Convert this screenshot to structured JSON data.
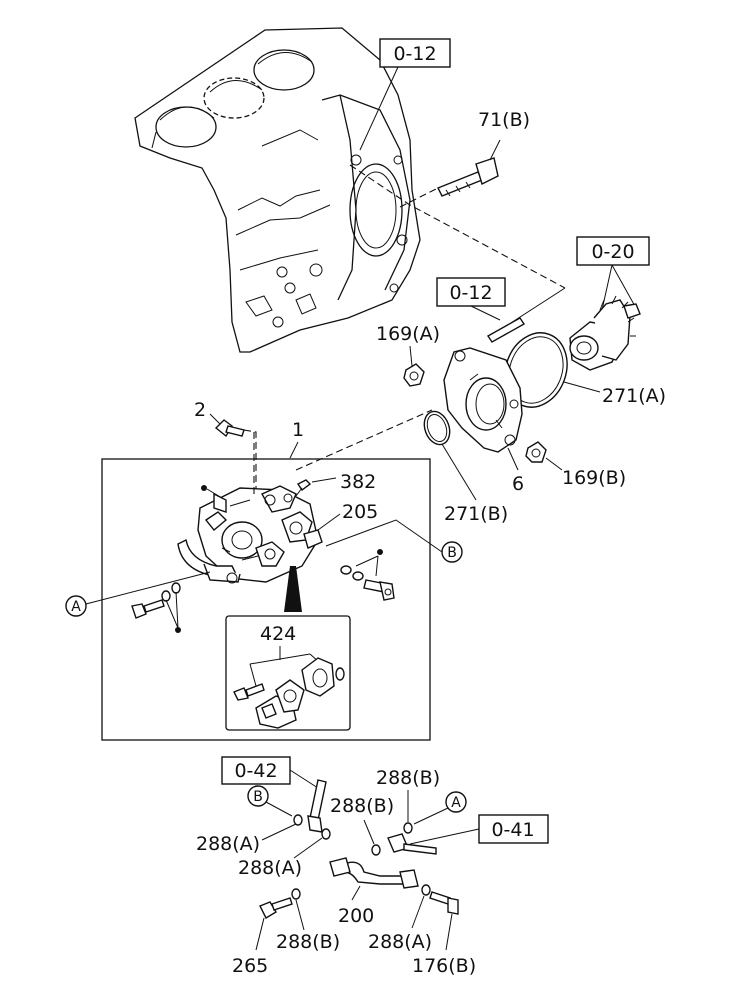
{
  "refs": {
    "r0_12_top": "0-12",
    "r0_12_mid": "0-12",
    "r0_20": "0-20",
    "r0_42": "0-42",
    "r0_41": "0-41"
  },
  "labels": {
    "p71b": "71(B)",
    "p169a": "169(A)",
    "p271a": "271(A)",
    "p169b": "169(B)",
    "p6": "6",
    "p271b": "271(B)",
    "p2": "2",
    "p1": "1",
    "p382": "382",
    "p205": "205",
    "p424": "424",
    "p288b_top": "288(B)",
    "p288b_mid": "288(B)",
    "p288a_left": "288(A)",
    "p288a_mid": "288(A)",
    "p200": "200",
    "p288b_bot": "288(B)",
    "p288a_bot": "288(A)",
    "p265": "265",
    "p176b": "176(B)"
  },
  "markers": {
    "A_left": "A",
    "B_right": "B",
    "B_bottom": "B",
    "A_bottom": "A"
  }
}
